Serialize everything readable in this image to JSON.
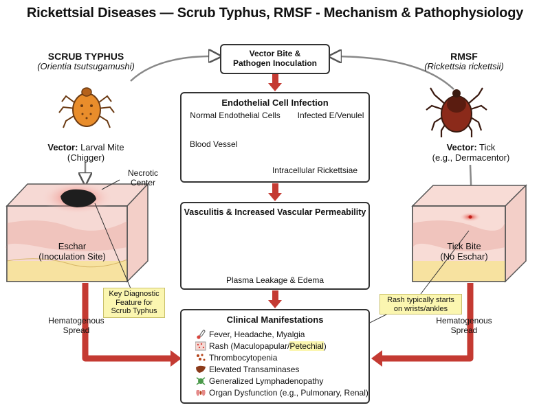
{
  "title": "Rickettsial Diseases — Scrub Typhus, RMSF - Mechanism & Pathophysiology",
  "left": {
    "heading": "SCRUB TYPHUS",
    "organism": "(Orientia tsutsugamushi)",
    "vector_label": "Vector:",
    "vector_value": "Larval Mite",
    "vector_sub": "(Chigger)",
    "necrotic": "Necrotic\nCenter",
    "eschar": "Eschar\n(Inoculation Site)",
    "callout": "Key Diagnostic\nFeature for\nScrub Typhus",
    "spread": "Hematogenous\nSpread"
  },
  "right": {
    "heading": "RMSF",
    "organism": "(Rickettsia rickettsii)",
    "vector_label": "Vector:",
    "vector_value": "Tick",
    "vector_sub": "(e.g., Dermacentor)",
    "bite": "Tick Bite\n(No Eschar)",
    "callout": "Rash typically starts\non wrists/ankles",
    "spread": "Hematogenous\nSpread"
  },
  "center": {
    "vector_box": "Vector Bite &\nPathogen Inoculation",
    "endo_title": "Endothelial Cell Infection",
    "endo_normal": "Normal Endothelial Cells",
    "endo_infected": "Infected E/Venulel",
    "endo_vessel": "Blood Vessel",
    "endo_intracell": "Intracellular Rickettsiae",
    "vasc_title": "Vasculitis & Increased Vascular Permeability",
    "vasc_leak": "Plasma Leakage & Edema",
    "clin_title": "Clinical Manifestations",
    "clin_items": [
      {
        "icon": "thermometer-icon",
        "text": "Fever, Headache, Myalgia"
      },
      {
        "icon": "rash-icon",
        "text_pre": "Rash (Maculopapular/",
        "text_hl": "Petechial",
        "text_post": ")"
      },
      {
        "icon": "platelet-icon",
        "text": "Thrombocytopenia"
      },
      {
        "icon": "liver-icon",
        "text": "Elevated Transaminases"
      },
      {
        "icon": "lymph-node-icon",
        "text": "Generalized Lymphadenopathy"
      },
      {
        "icon": "organ-icon",
        "text": "Organ Dysfunction (e.g., Pulmonary, Renal)"
      }
    ]
  },
  "colors": {
    "arrow_red": "#c43a32",
    "vessel_pink": "#f3c9c6",
    "vessel_yellow": "#f7e9a8",
    "cell_blue": "#5b9bd5",
    "cell_red": "#d9453d",
    "skin": "#f6d9d4",
    "callout_yellow": "#fbf6b0"
  }
}
